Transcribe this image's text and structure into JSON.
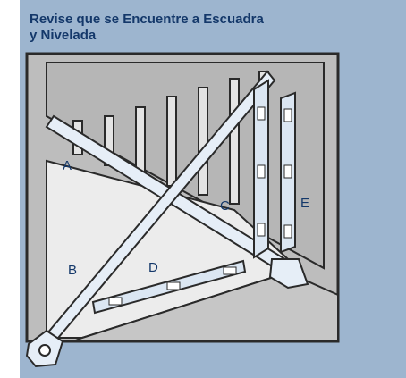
{
  "figure": {
    "title_line1": "Revise que se Encuentre a Escuadra",
    "title_line2": "y Nivelada",
    "labels": {
      "a": "A",
      "b": "B",
      "c": "C",
      "d": "D",
      "e": "E"
    }
  },
  "colors": {
    "background": "#9db5cf",
    "outline": "#2a2a2a",
    "wall": "#c8c8c8",
    "wall_light": "#e8e8e8",
    "tool": "#dbe6f2",
    "title": "#14386a"
  }
}
